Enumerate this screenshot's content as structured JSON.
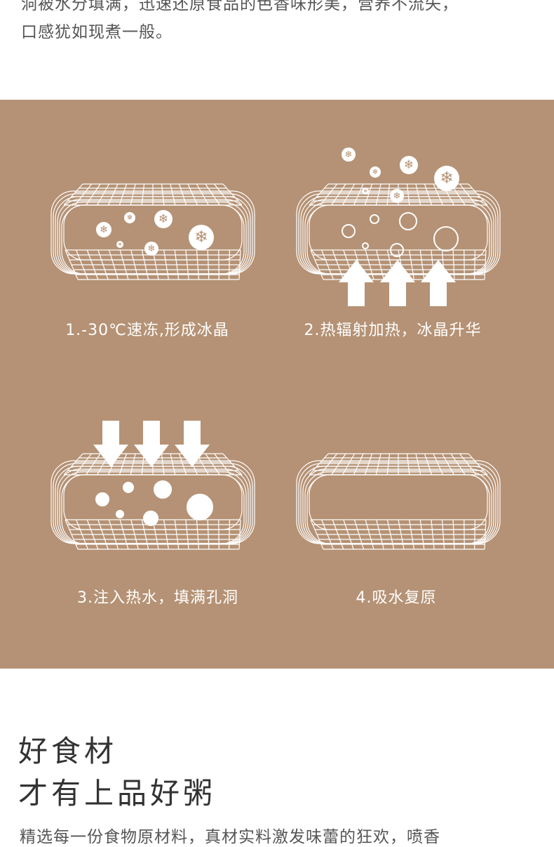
{
  "intro": {
    "line1": "洞被水分填满，迅速还原食品的色香味形美，营养不流失，",
    "line2": "口感犹如现煮一般。"
  },
  "colors": {
    "panel": "#b59275",
    "line": "#ffffff"
  },
  "steps": [
    {
      "label": "1.-30℃速冻,形成冰晶"
    },
    {
      "label": "2.热辐射加热，冰晶升华"
    },
    {
      "label": "3.注入热水，填满孔洞"
    },
    {
      "label": "4.吸水复原"
    }
  ],
  "heading": {
    "line1": "好食材",
    "line2": "才有上品好粥"
  },
  "body": "精选每一份食物原材料，真材实料激发味蕾的狂欢，喷香"
}
